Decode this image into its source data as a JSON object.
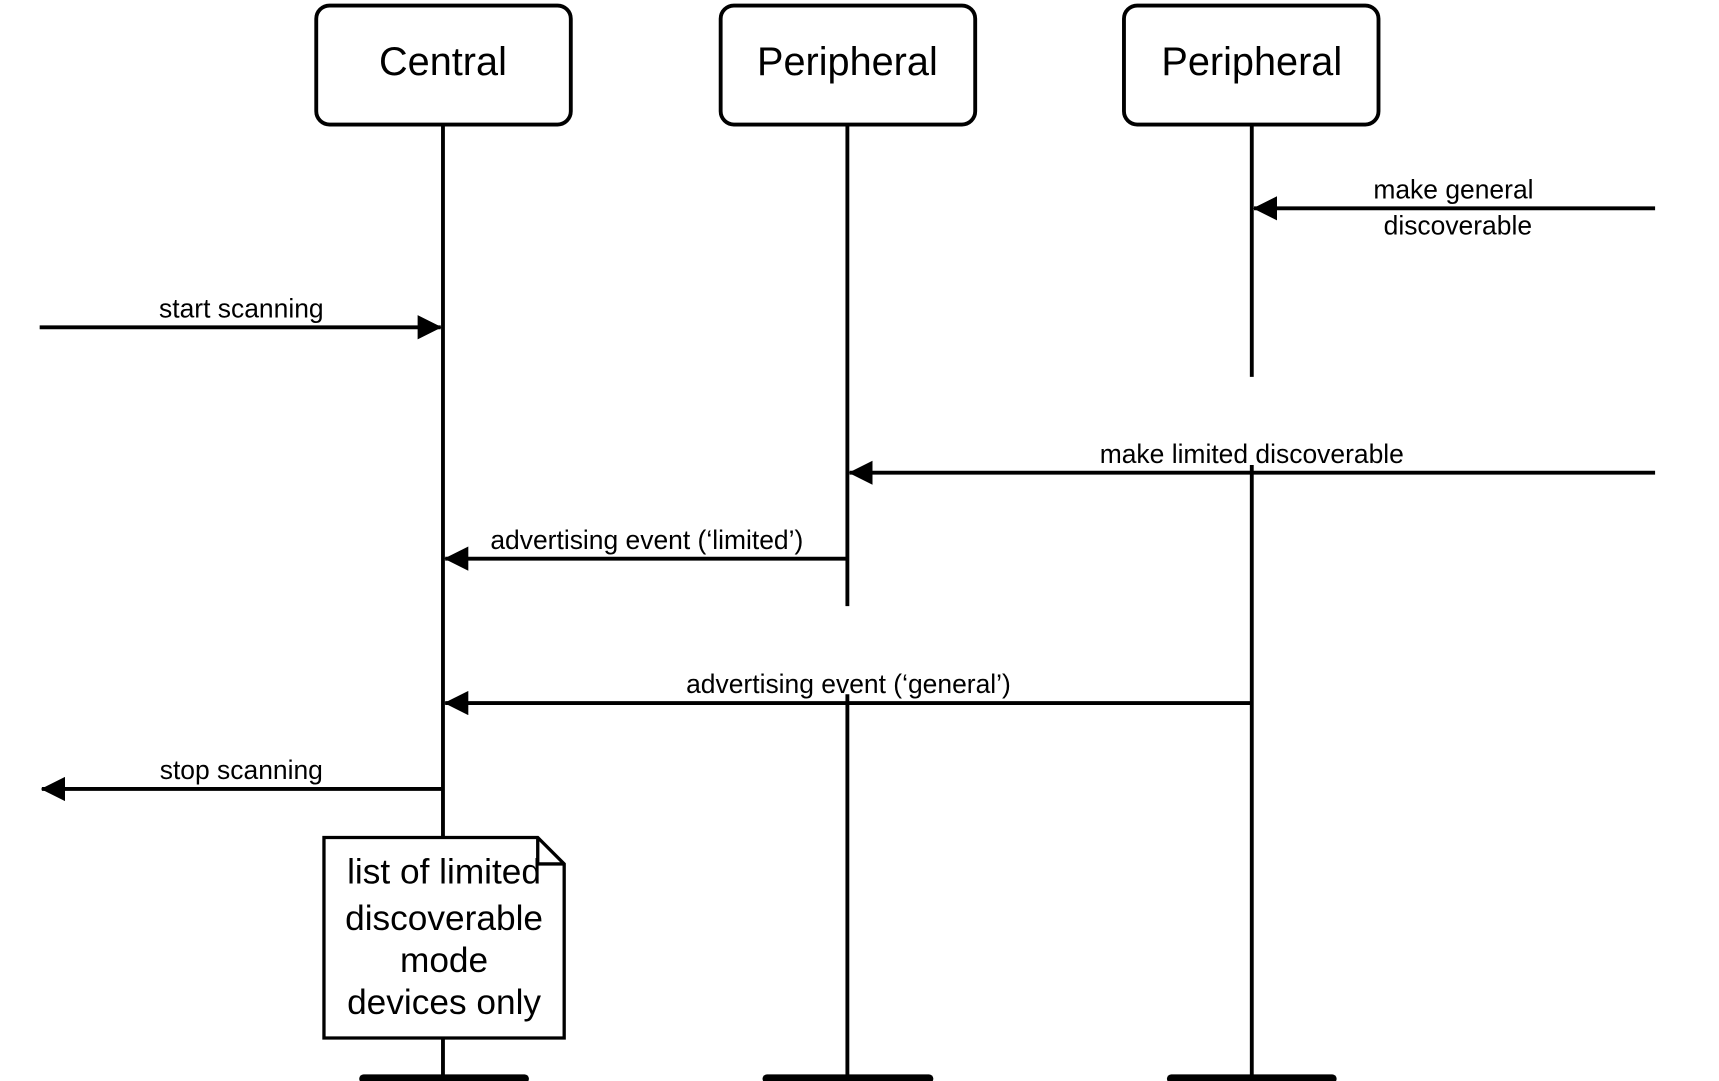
{
  "participants": [
    {
      "label": "Central"
    },
    {
      "label": "Peripheral"
    },
    {
      "label": "Peripheral"
    }
  ],
  "messages": {
    "make_general_line1": "make general",
    "make_general_line2": "discoverable",
    "start_scanning": "start scanning",
    "make_limited": "make limited discoverable",
    "adv_limited": "advertising event (‘limited’)",
    "adv_general": "advertising event (‘general’)",
    "stop_scanning": "stop scanning"
  },
  "note": {
    "lines": [
      "list of limited",
      "discoverable",
      "mode",
      "devices only"
    ]
  }
}
